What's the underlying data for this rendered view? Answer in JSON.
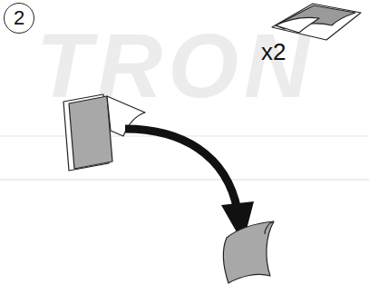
{
  "diagram": {
    "nodes": [
      {
        "text": [
          "2"
        ]
      }
    ],
    "labels": [
      "TRON",
      "x2"
    ]
  }
}
